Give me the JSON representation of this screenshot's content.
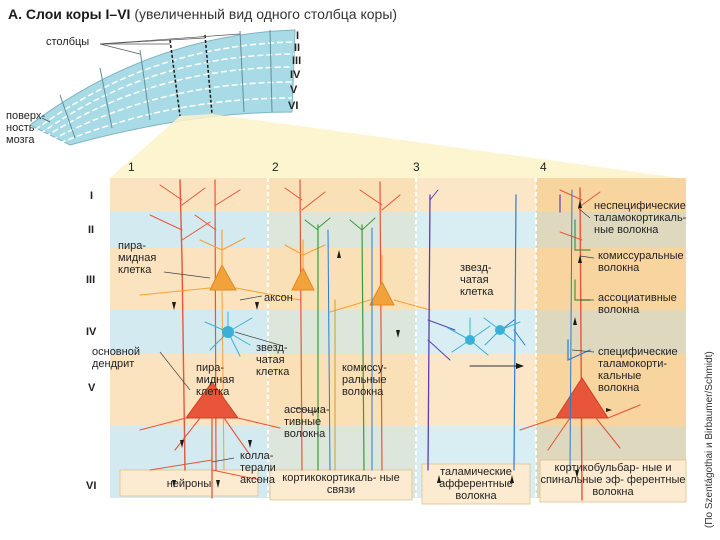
{
  "title": {
    "bold": "А. Слои коры I–VI",
    "rest": "(увеличенный вид одного столбца коры)"
  },
  "inset": {
    "columns_label": "столбцы",
    "surface_label": "поверх-\nность\nмозга",
    "layers": [
      "I",
      "II",
      "III",
      "IV",
      "V",
      "VI"
    ]
  },
  "main": {
    "layers": [
      "I",
      "II",
      "III",
      "IV",
      "V",
      "VI"
    ],
    "column_numbers": [
      "1",
      "2",
      "3",
      "4"
    ],
    "labels": {
      "pyramidal_cell_upper": "пира-\nмидная\nклетка",
      "axon": "аксон",
      "stellate_cell_left": "звезд-\nчатая\nклетка",
      "basal_dendrite": "основной\nдендрит",
      "pyramidal_cell_lower": "пира-\nмидная\nклетка",
      "association_fibers": "ассоциа-\nтивные\nволокна",
      "axon_collaterals": "колла-\nтерали\nаксона",
      "commissural_fibers_mid": "комиссу-\nральные\nволокна",
      "stellate_cell_right": "звезд-\nчатая\nклетка",
      "nonspecific_fibers": "неспецифические\nталамокортикаль-\nные волокна",
      "commissural_fibers_right": "комиссуральные\nволокна",
      "association_fibers_right": "ассоциативные\nволокна",
      "specific_fibers": "специфические\nталамокорти-\nкальные\nволокна"
    },
    "bottom_labels": [
      "нейроны",
      "кортикокортикаль-\nные связи",
      "таламические\nафферентные\nволокна",
      "кортикобульбар-\nные и спинальные эф-\nферентные волокна"
    ],
    "credit": "(По Szentágothai и Birbaumer/Schmidt)"
  },
  "colors": {
    "layer_peach": "#fbe3bf",
    "layer_blue": "#d3ebf0",
    "inset_blue": "#a9dbe6",
    "neuron_red": "#e8553a",
    "neuron_orange": "#f2a23a",
    "stellate_blue": "#3ab0d6",
    "fiber_blue": "#2b7bd1",
    "fiber_purple": "#5b3fb0",
    "fiber_green": "#3c9a3c"
  }
}
